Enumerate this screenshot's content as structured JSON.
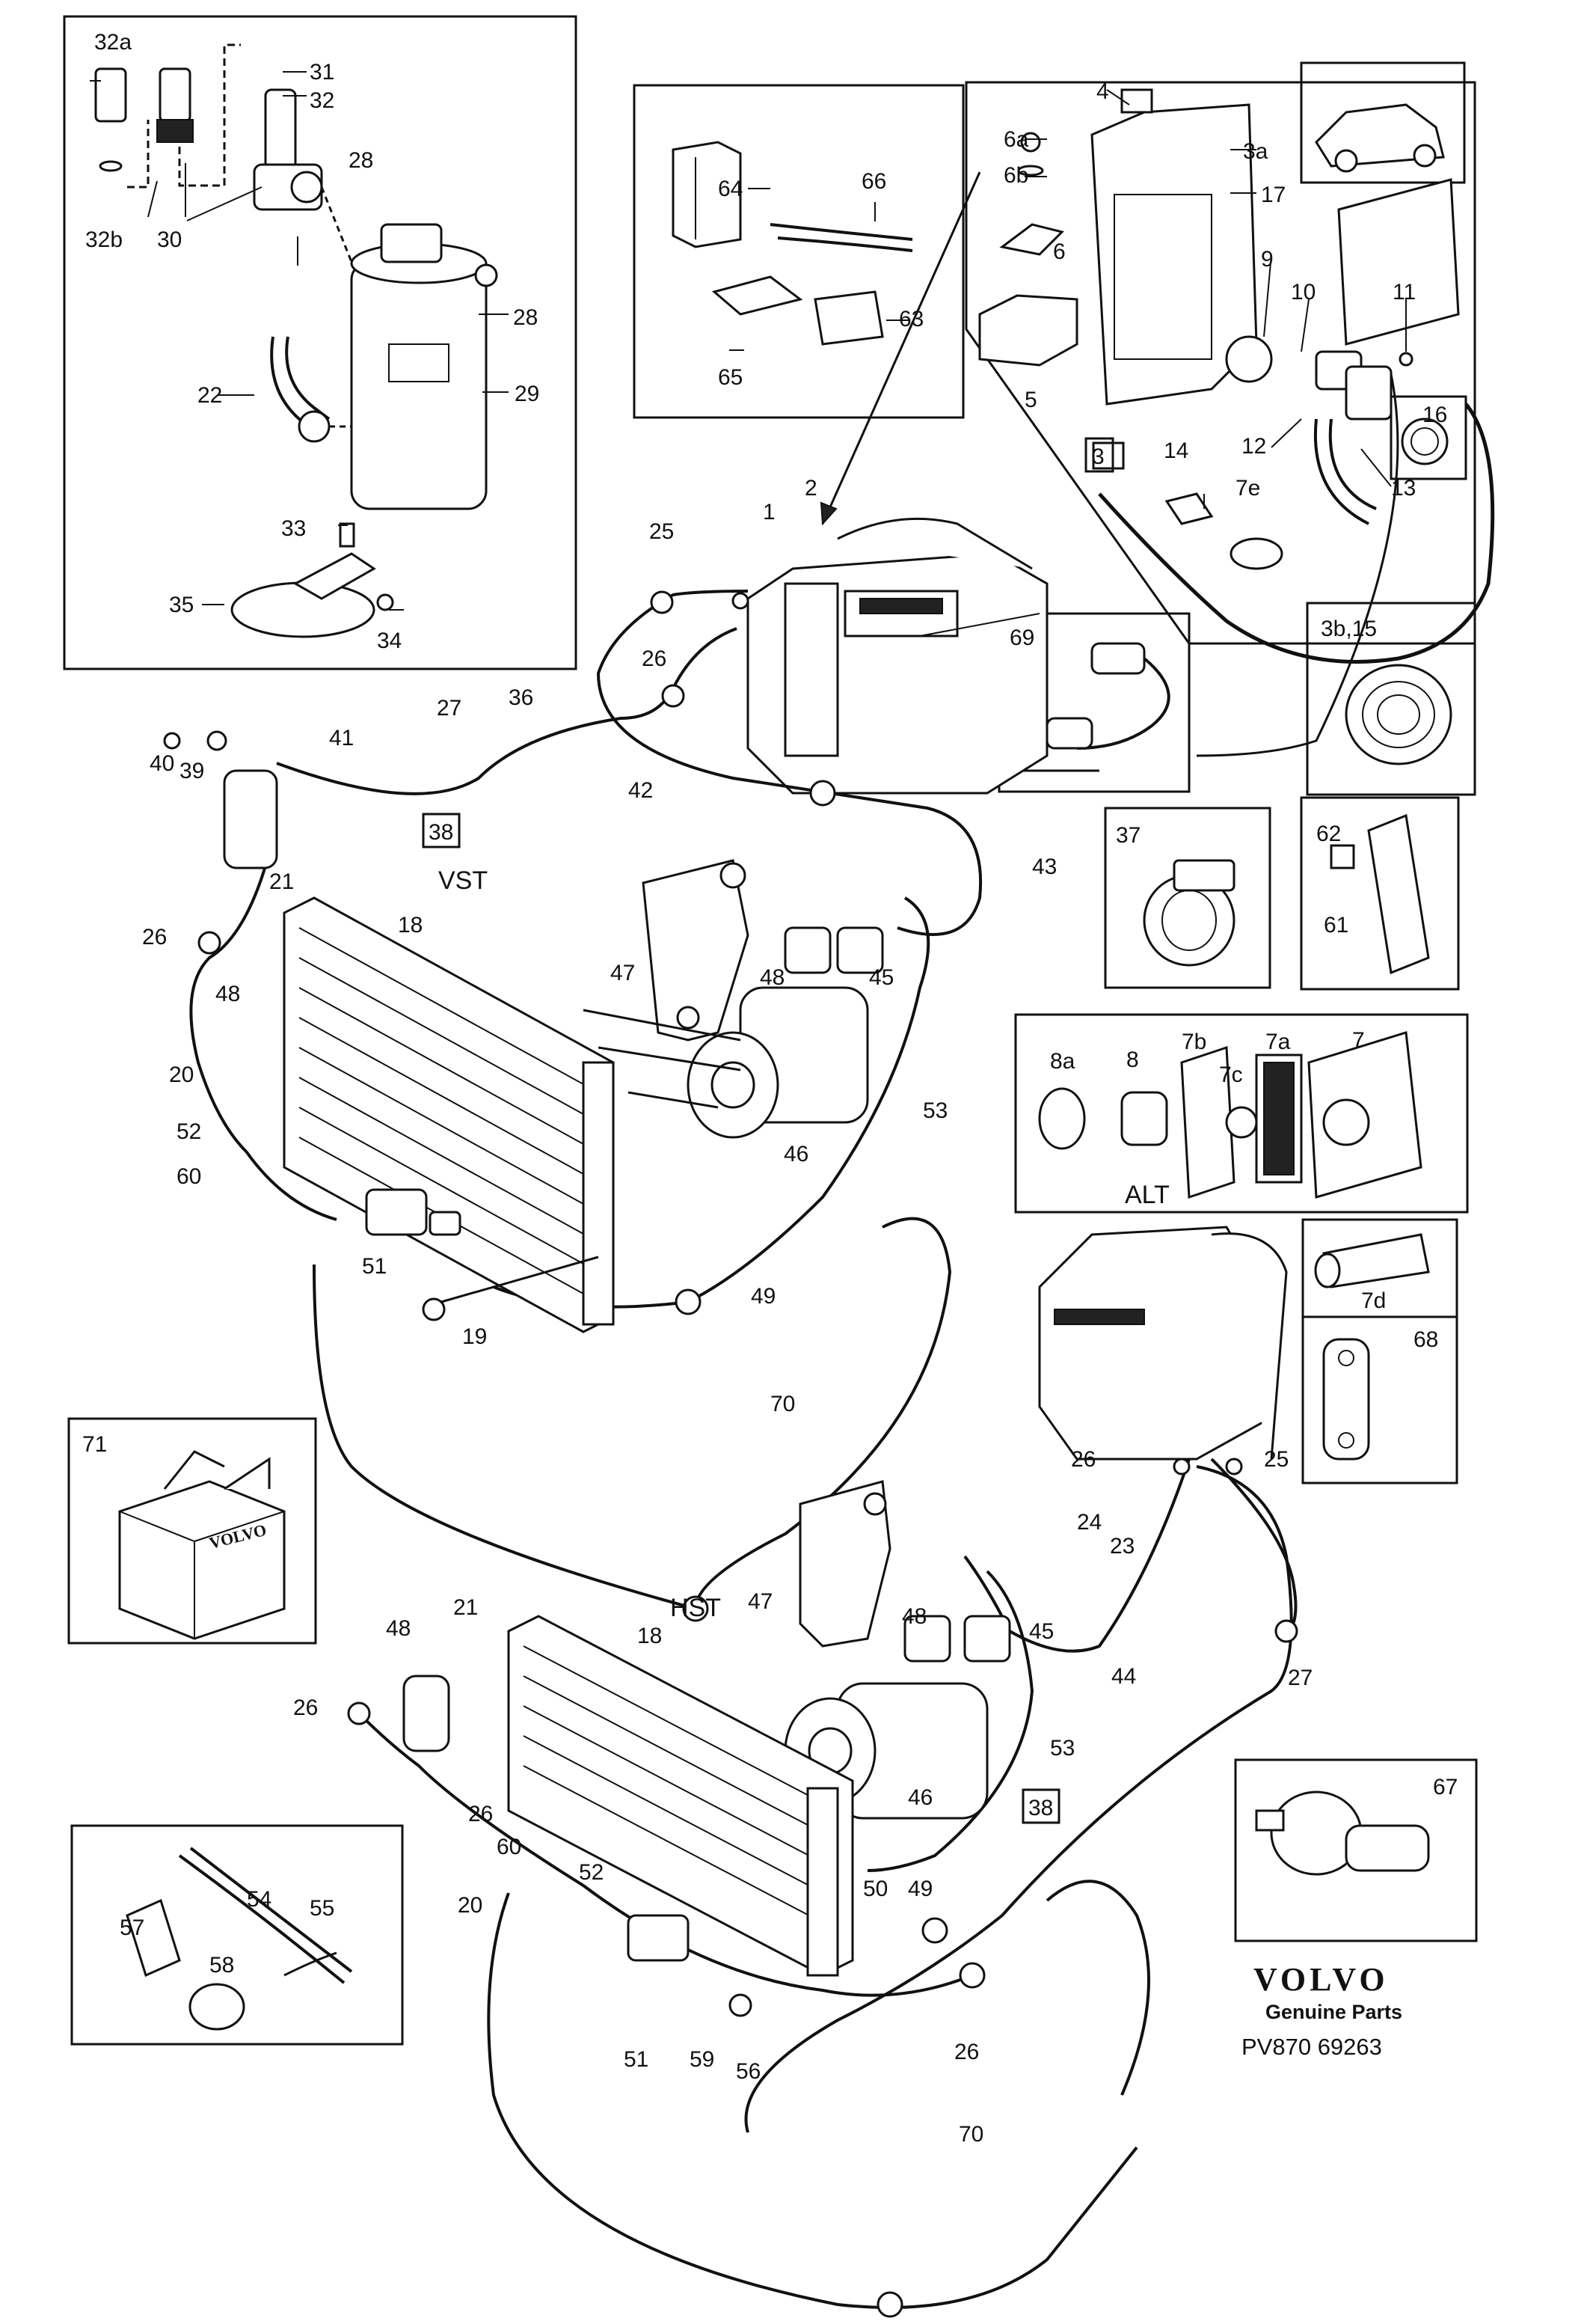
{
  "labels": {
    "l32a": "32a",
    "l31": "31",
    "l32": "32",
    "l32b": "32b",
    "l30": "30",
    "l28a": "28",
    "l28b": "28",
    "l29": "29",
    "l22": "22",
    "l33": "33",
    "l35": "35",
    "l34": "34",
    "l64": "64",
    "l66": "66",
    "l65": "65",
    "l63": "63",
    "l4": "4",
    "l6a": "6a",
    "l6b": "6b",
    "l3a": "3a",
    "l17": "17",
    "l6": "6",
    "l9": "9",
    "l10": "10",
    "l11": "11",
    "l5": "5",
    "l3": "3",
    "l12": "12",
    "l16": "16",
    "l14": "14",
    "l7e": "7e",
    "l13": "13",
    "l3b15": "3b,15",
    "l69": "69",
    "l25": "25",
    "l1": "1",
    "l2": "2",
    "l26a": "26",
    "l40": "40",
    "l39": "39",
    "l41": "41",
    "l27": "27",
    "l36": "36",
    "l38": "38",
    "vst": "VST",
    "l42": "42",
    "l43": "43",
    "l21": "21",
    "l26b": "26",
    "l18": "18",
    "l48": "48",
    "l45": "45",
    "l47": "47",
    "l20": "20",
    "l52": "52",
    "l60": "60",
    "l53": "53",
    "l46": "46",
    "l51": "51",
    "l49": "49",
    "l19": "19",
    "l37": "37",
    "l62": "62",
    "l61": "61",
    "l8a": "8a",
    "l8": "8",
    "l7b": "7b",
    "l7a": "7a",
    "l7c": "7c",
    "l7": "7",
    "alt": "ALT",
    "l7d": "7d",
    "l68": "68",
    "l71": "71",
    "l70a": "70",
    "l26c": "26",
    "l25b": "25",
    "l24": "24",
    "l23": "23",
    "l47b": "47",
    "hst": "HST",
    "l48b": "48",
    "l45b": "45",
    "l44": "44",
    "l27b": "27",
    "l21b": "21",
    "l48c": "48",
    "l18b": "18",
    "l26d": "26",
    "l26e": "26",
    "l60b": "60",
    "l52b": "52",
    "l20b": "20",
    "l46b": "46",
    "l53b": "53",
    "l38b": "38",
    "l50": "50",
    "l49b": "49",
    "l51b": "51",
    "l59": "59",
    "l56": "56",
    "l26f": "26",
    "l70b": "70",
    "l57": "57",
    "l54": "54",
    "l55": "55",
    "l58": "58",
    "l67": "67"
  },
  "box_label": "VOLVO",
  "branding": {
    "logo": "VOLVO",
    "tagline": "Genuine Parts",
    "part_number": "PV870 69263"
  }
}
